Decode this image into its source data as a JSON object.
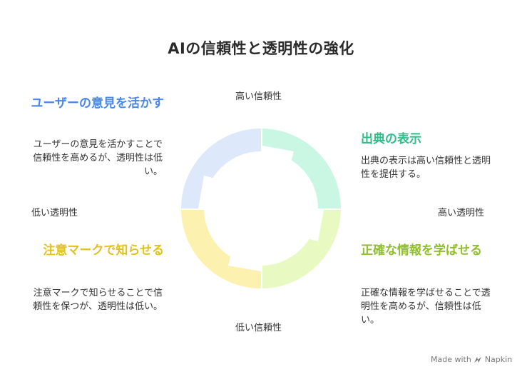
{
  "title": "AIの信頼性と透明性の強化",
  "axes": {
    "top": "高い信頼性",
    "bottom": "低い信頼性",
    "left": "低い透明性",
    "right": "高い透明性"
  },
  "quadrants": {
    "top_left": {
      "heading": "ユーザーの意見を活かす",
      "description": "ユーザーの意見を活かすことで信頼性を高めるが、透明性は低い。",
      "color": "#4a86e8",
      "shape_color": "#dde8fb"
    },
    "top_right": {
      "heading": "出典の表示",
      "description": "出典の表示は高い信頼性と透明性を提供する。",
      "color": "#2dbf86",
      "shape_color": "#c9f7e3"
    },
    "bottom_left": {
      "heading": "注意マークで知らせる",
      "description": "注意マークで知らせることで信頼性を保つが、透明性は低い。",
      "color": "#e0c21a",
      "shape_color": "#fdf1b0"
    },
    "bottom_right": {
      "heading": "正確な情報を学ばせる",
      "description": "正確な情報を学ばせることで透明性を高めるが、信頼性は低い。",
      "color": "#8fbf2e",
      "shape_color": "#e8f9c2"
    }
  },
  "branding": {
    "text": "Made with",
    "brand_name": "Napkin"
  }
}
